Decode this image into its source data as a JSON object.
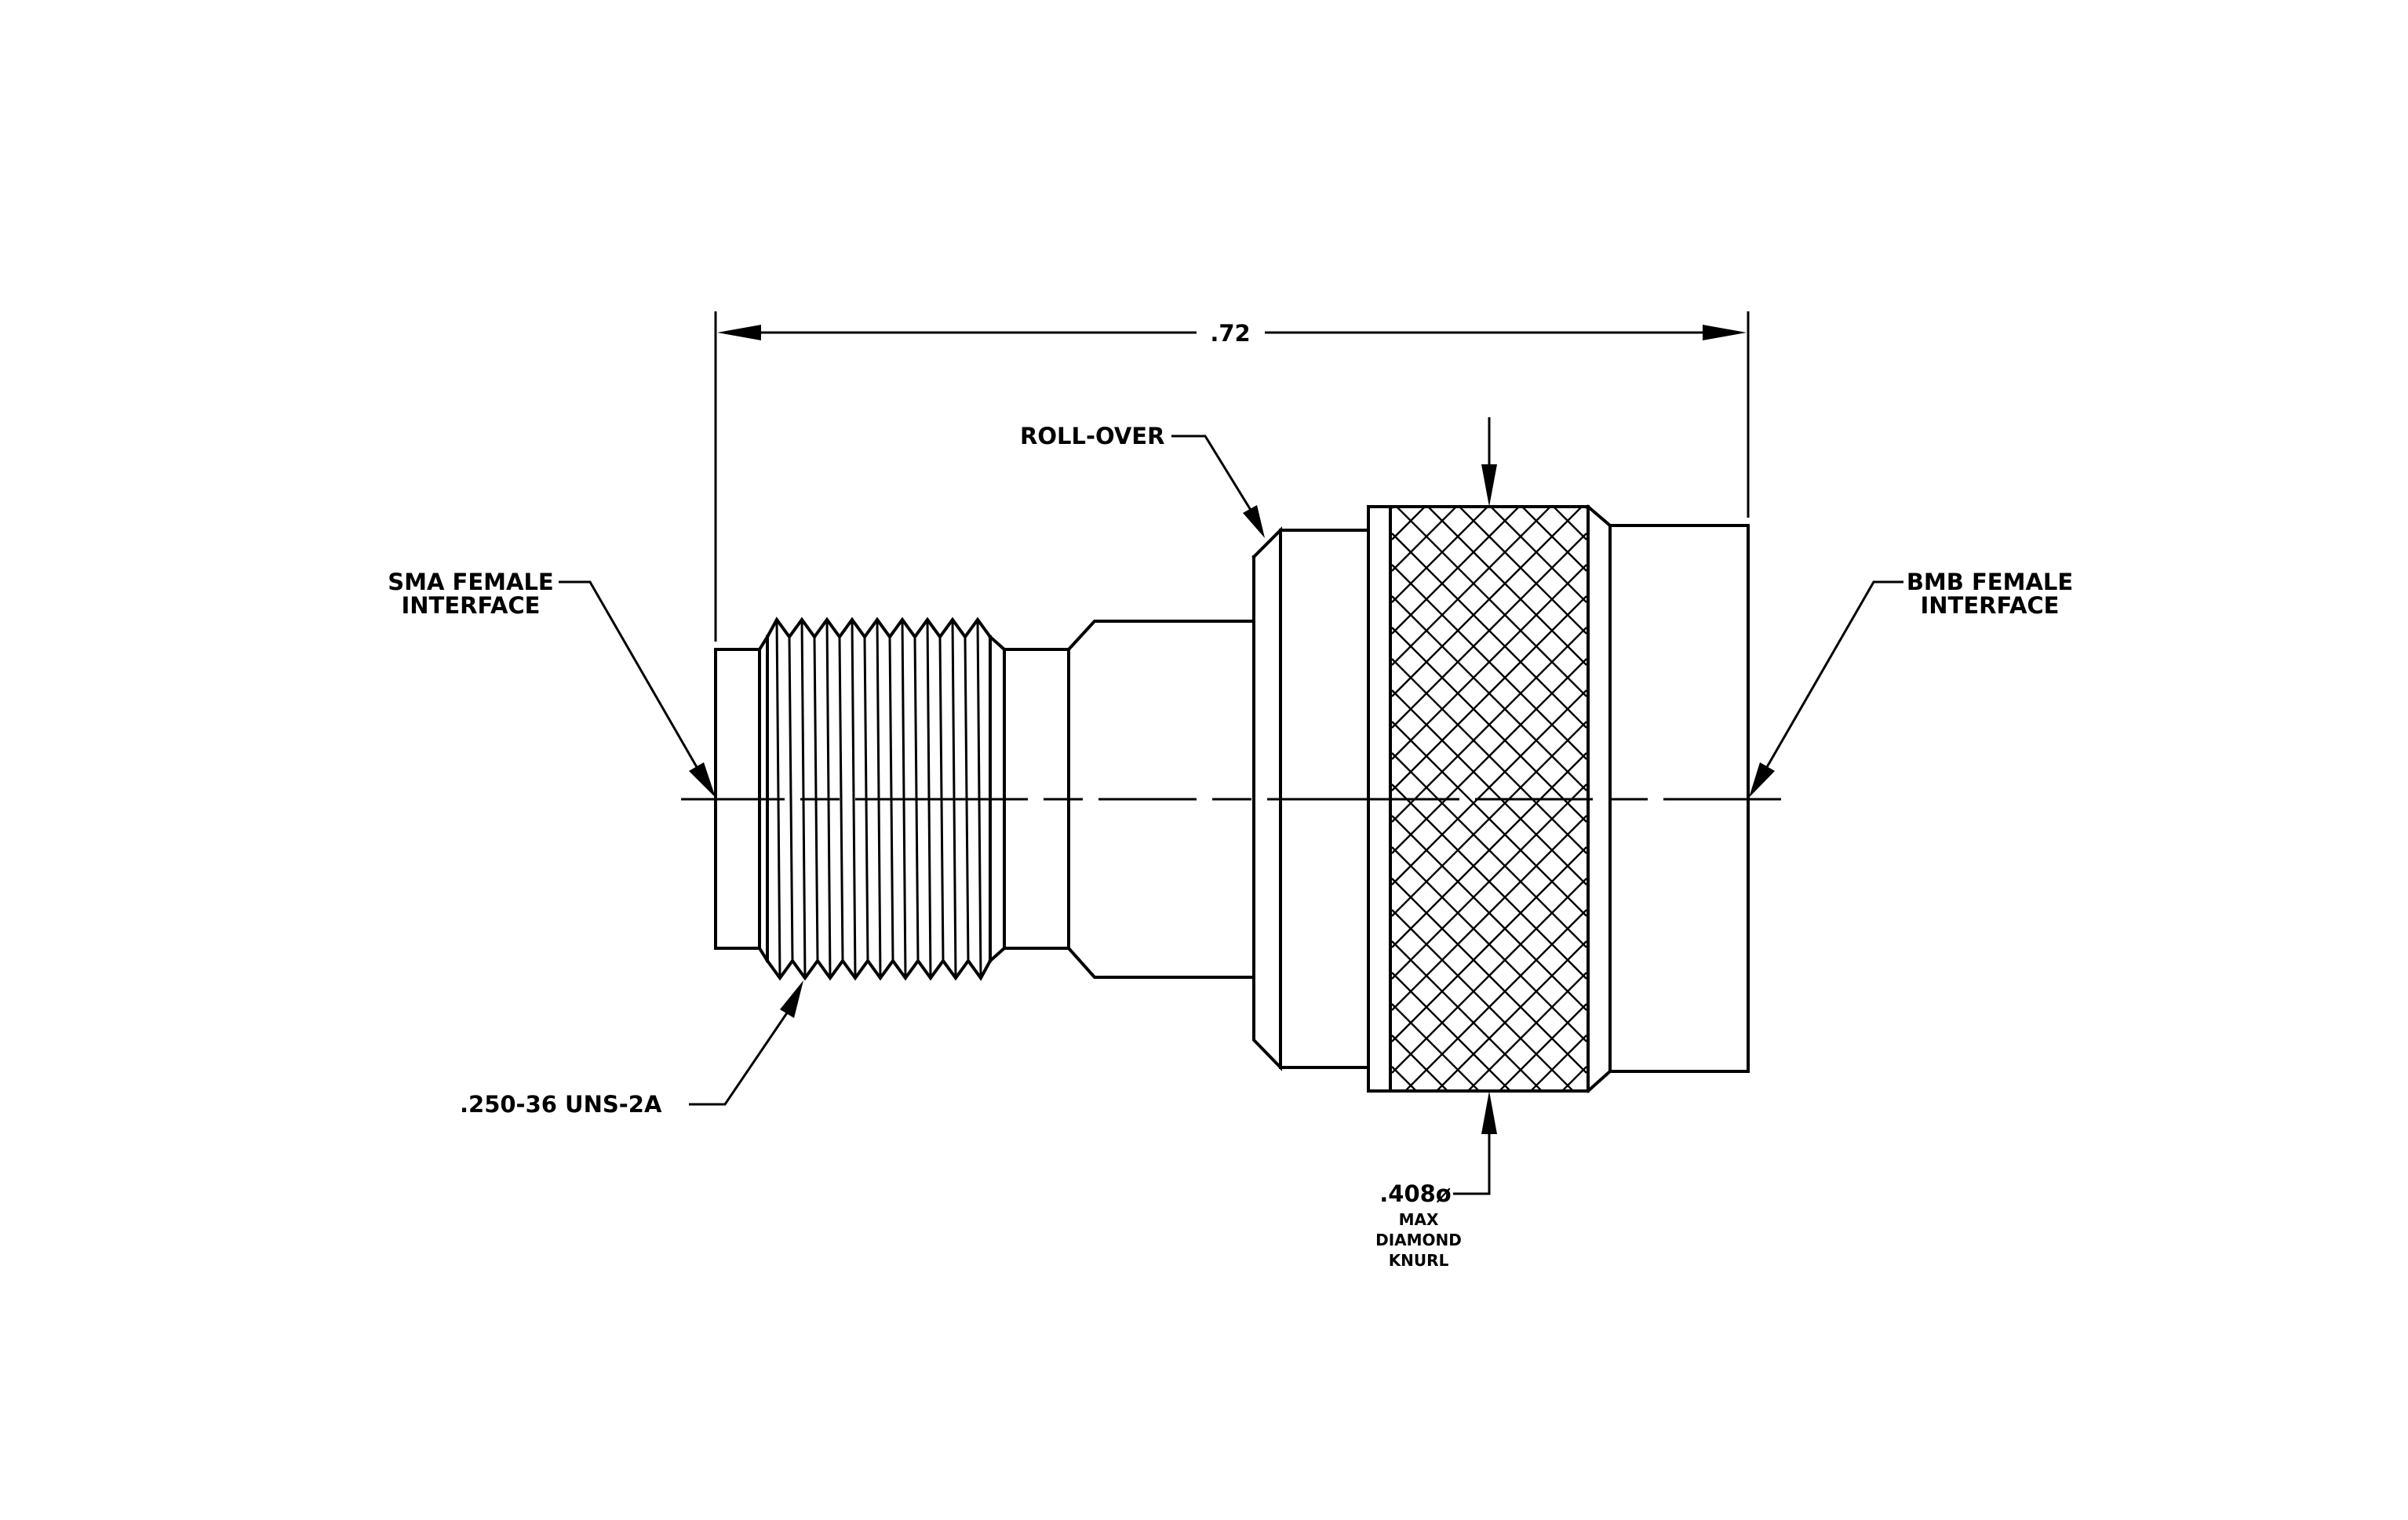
{
  "labels": {
    "overall_length": ".72",
    "roll_over": "ROLL-OVER",
    "sma_line1": "SMA FEMALE",
    "sma_line2": "INTERFACE",
    "bmb_line1": "BMB FEMALE",
    "bmb_line2": "INTERFACE",
    "thread": ".250-36 UNS-2A",
    "knurl_dia": ".408ø",
    "knurl_line1": "MAX",
    "knurl_line2": "DIAMOND",
    "knurl_line3": "KNURL"
  }
}
